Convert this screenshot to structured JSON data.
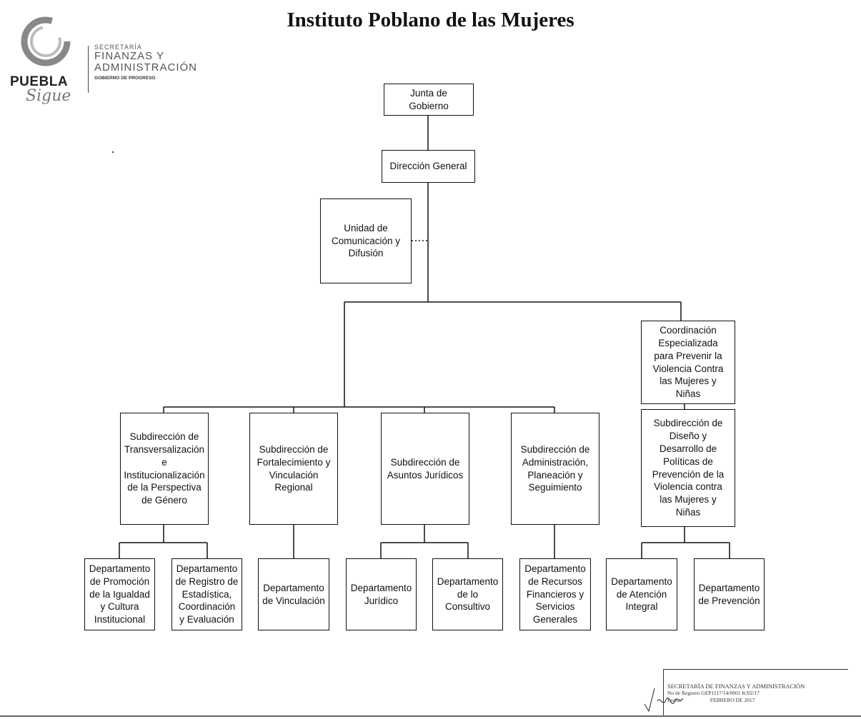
{
  "title": "Instituto Poblano de las Mujeres",
  "logo": {
    "wordmark": "PUEBLA",
    "tagline": "Sigue",
    "secretaria_small": "SECRETARÍA",
    "secretaria_line1": "FINANZAS Y",
    "secretaria_line2": "ADMINISTRACIÓN",
    "gobierno": "GOBIERNO DE PROGRESO"
  },
  "org": {
    "junta": "Junta de\nGobierno",
    "direccion": "Dirección General",
    "unidad_comunicacion": "Unidad de\nComunicación y\nDifusión",
    "coordinacion": "Coordinación\nEspecializada\npara Prevenir la\nViolencia Contra\nlas Mujeres y\nNiñas",
    "sub_transversalizacion": "Subdirección de\nTransversalización\ne\nInstitucionalización\nde la Perspectiva\nde Género",
    "sub_fortalecimiento": "Subdirección de\nFortalecimiento y\nVinculación\nRegional",
    "sub_juridicos": "Subdirección de\nAsuntos Jurídicos",
    "sub_administracion": "Subdirección de\nAdministración,\nPlaneación y\nSeguimiento",
    "sub_diseno": "Subdirección de\nDiseño y\nDesarrollo de\nPolíticas de\nPrevención de la\nViolencia contra\nlas Mujeres y\nNiñas",
    "dep_promocion": "Departamento\nde Promoción\nde la Igualdad\ny Cultura\nInstitucional",
    "dep_registro": "Departamento\nde Registro de\nEstadística,\nCoordinación\ny Evaluación",
    "dep_vinculacion": "Departamento\nde Vinculación",
    "dep_juridico": "Departamento\nJurídico",
    "dep_consultivo": "Departamento\nde lo\nConsultivo",
    "dep_recursos": "Departamento\nde Recursos\nFinancieros y\nServicios\nGenerales",
    "dep_atencion": "Departamento\nde Atención\nIntegral",
    "dep_prevencion": "Departamento\nde Prevención"
  },
  "stamp": {
    "line1": "SECRETARÍA DE FINANZAS Y ADMINISTRACIÓN",
    "registro_label": "No de Registro",
    "registro_value": "GEP1117/14/0001 K/02/17",
    "fecha_label": "Fecha:",
    "fecha_value": "FEBRERO DE 2017"
  }
}
